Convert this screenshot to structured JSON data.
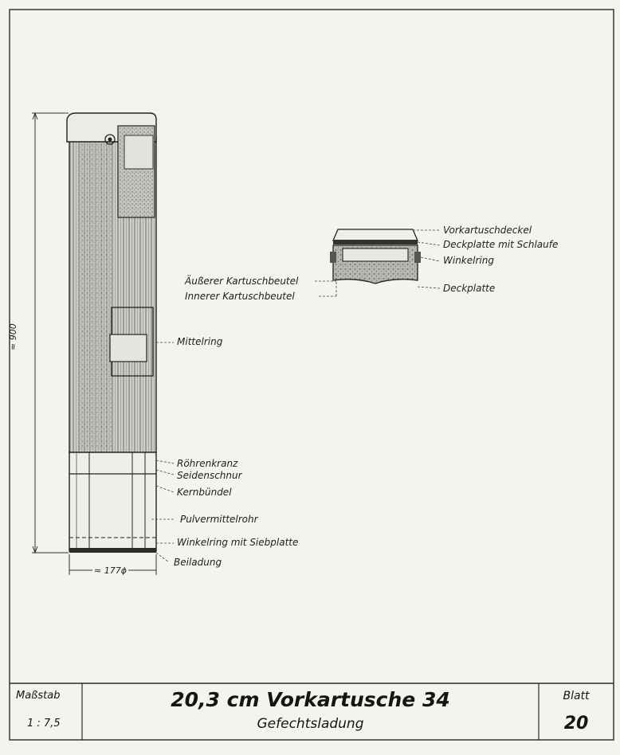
{
  "drawing": {
    "main_cartridge": {
      "height_label": "≈ 900",
      "width_label": "≈ 177ϕ"
    },
    "labels_main": [
      "Mittelring",
      "Röhrenkranz",
      "Seidenschnur",
      "Kernbündel",
      "Pulvermittelrohr",
      "Winkelring mit Siebplatte",
      "Beiladung"
    ],
    "labels_cap": [
      "Vorkartuschdeckel",
      "Deckplatte mit Schlaufe",
      "Winkelring",
      "Äußerer Kartuschbeutel",
      "Innerer Kartuschbeutel",
      "Deckplatte"
    ]
  },
  "title_block": {
    "scale_heading": "Maßstab",
    "scale_value": "1 : 7,5",
    "title": "20,3 cm Vorkartusche 34",
    "subtitle": "Gefechtsladung",
    "sheet_heading": "Blatt",
    "sheet_number": "20"
  }
}
